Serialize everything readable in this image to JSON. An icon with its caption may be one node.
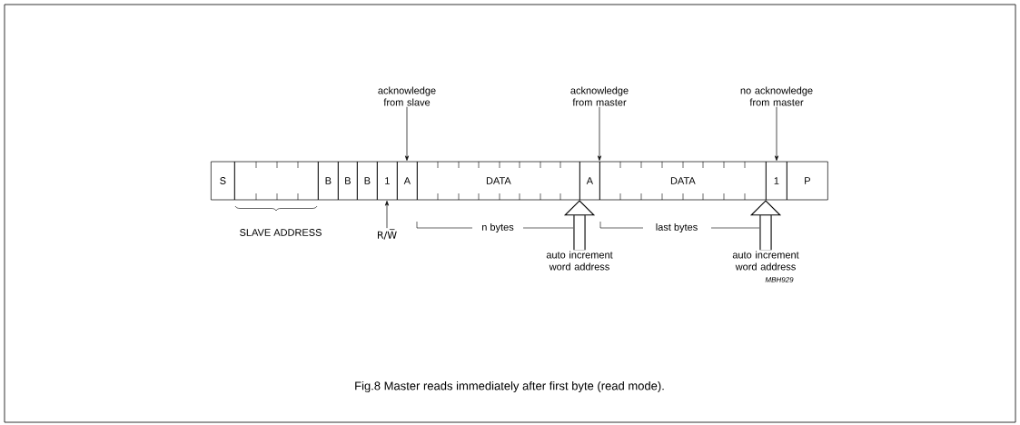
{
  "diagram": {
    "caption": "Fig.8 Master reads immediately after first byte (read mode).",
    "nodes": [
      {
        "text": [
          "S"
        ]
      },
      {
        "text": [],
        "shape": "box"
      },
      {
        "text": [
          "B"
        ]
      },
      {
        "text": [
          "B"
        ]
      },
      {
        "text": [
          "B"
        ]
      },
      {
        "text": [
          "1"
        ]
      },
      {
        "text": [
          "A"
        ]
      },
      {
        "text": [
          "DATA"
        ]
      },
      {
        "text": [
          "A"
        ]
      },
      {
        "text": [
          "DATA"
        ]
      },
      {
        "text": [
          "1"
        ]
      },
      {
        "text": [
          "P"
        ]
      },
      {
        "text": [
          "acknowledge from slave"
        ]
      },
      {
        "text": [
          "acknowledge from master"
        ]
      },
      {
        "text": [
          "no acknowledge from master"
        ]
      },
      {
        "text": [
          "R/W̅"
        ]
      },
      {
        "text": [
          "auto increment word address"
        ]
      },
      {
        "text": [
          "auto increment word address"
        ]
      }
    ],
    "edges": [
      {
        "from": 12,
        "to": 6,
        "arrow": "to"
      },
      {
        "from": 13,
        "to": 8,
        "arrow": "to"
      },
      {
        "from": 14,
        "to": 10,
        "arrow": "to"
      },
      {
        "from": 15,
        "to": 5,
        "arrow": "to"
      },
      {
        "from": 16,
        "to": 8,
        "arrow": "to",
        "style": "thick"
      },
      {
        "from": 17,
        "to": 10,
        "arrow": "to",
        "style": "thick"
      }
    ],
    "labels": [
      "SLAVE ADDRESS",
      "n bytes",
      "last bytes",
      "MBH929"
    ]
  }
}
